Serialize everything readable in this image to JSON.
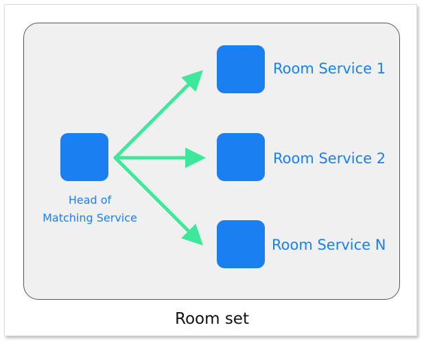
{
  "diagram": {
    "head": {
      "label_line1": "Head of",
      "label_line2": "Matching Service"
    },
    "services": [
      {
        "label": "Room Service 1"
      },
      {
        "label": "Room Service 2"
      },
      {
        "label": "Room Service N"
      }
    ],
    "container_caption": "Room set",
    "colors": {
      "node": "#1a7ff0",
      "label": "#1a7ff0",
      "arrow": "#3ee89a",
      "panel_fill": "#f0f0f0",
      "panel_border": "#555555"
    }
  }
}
